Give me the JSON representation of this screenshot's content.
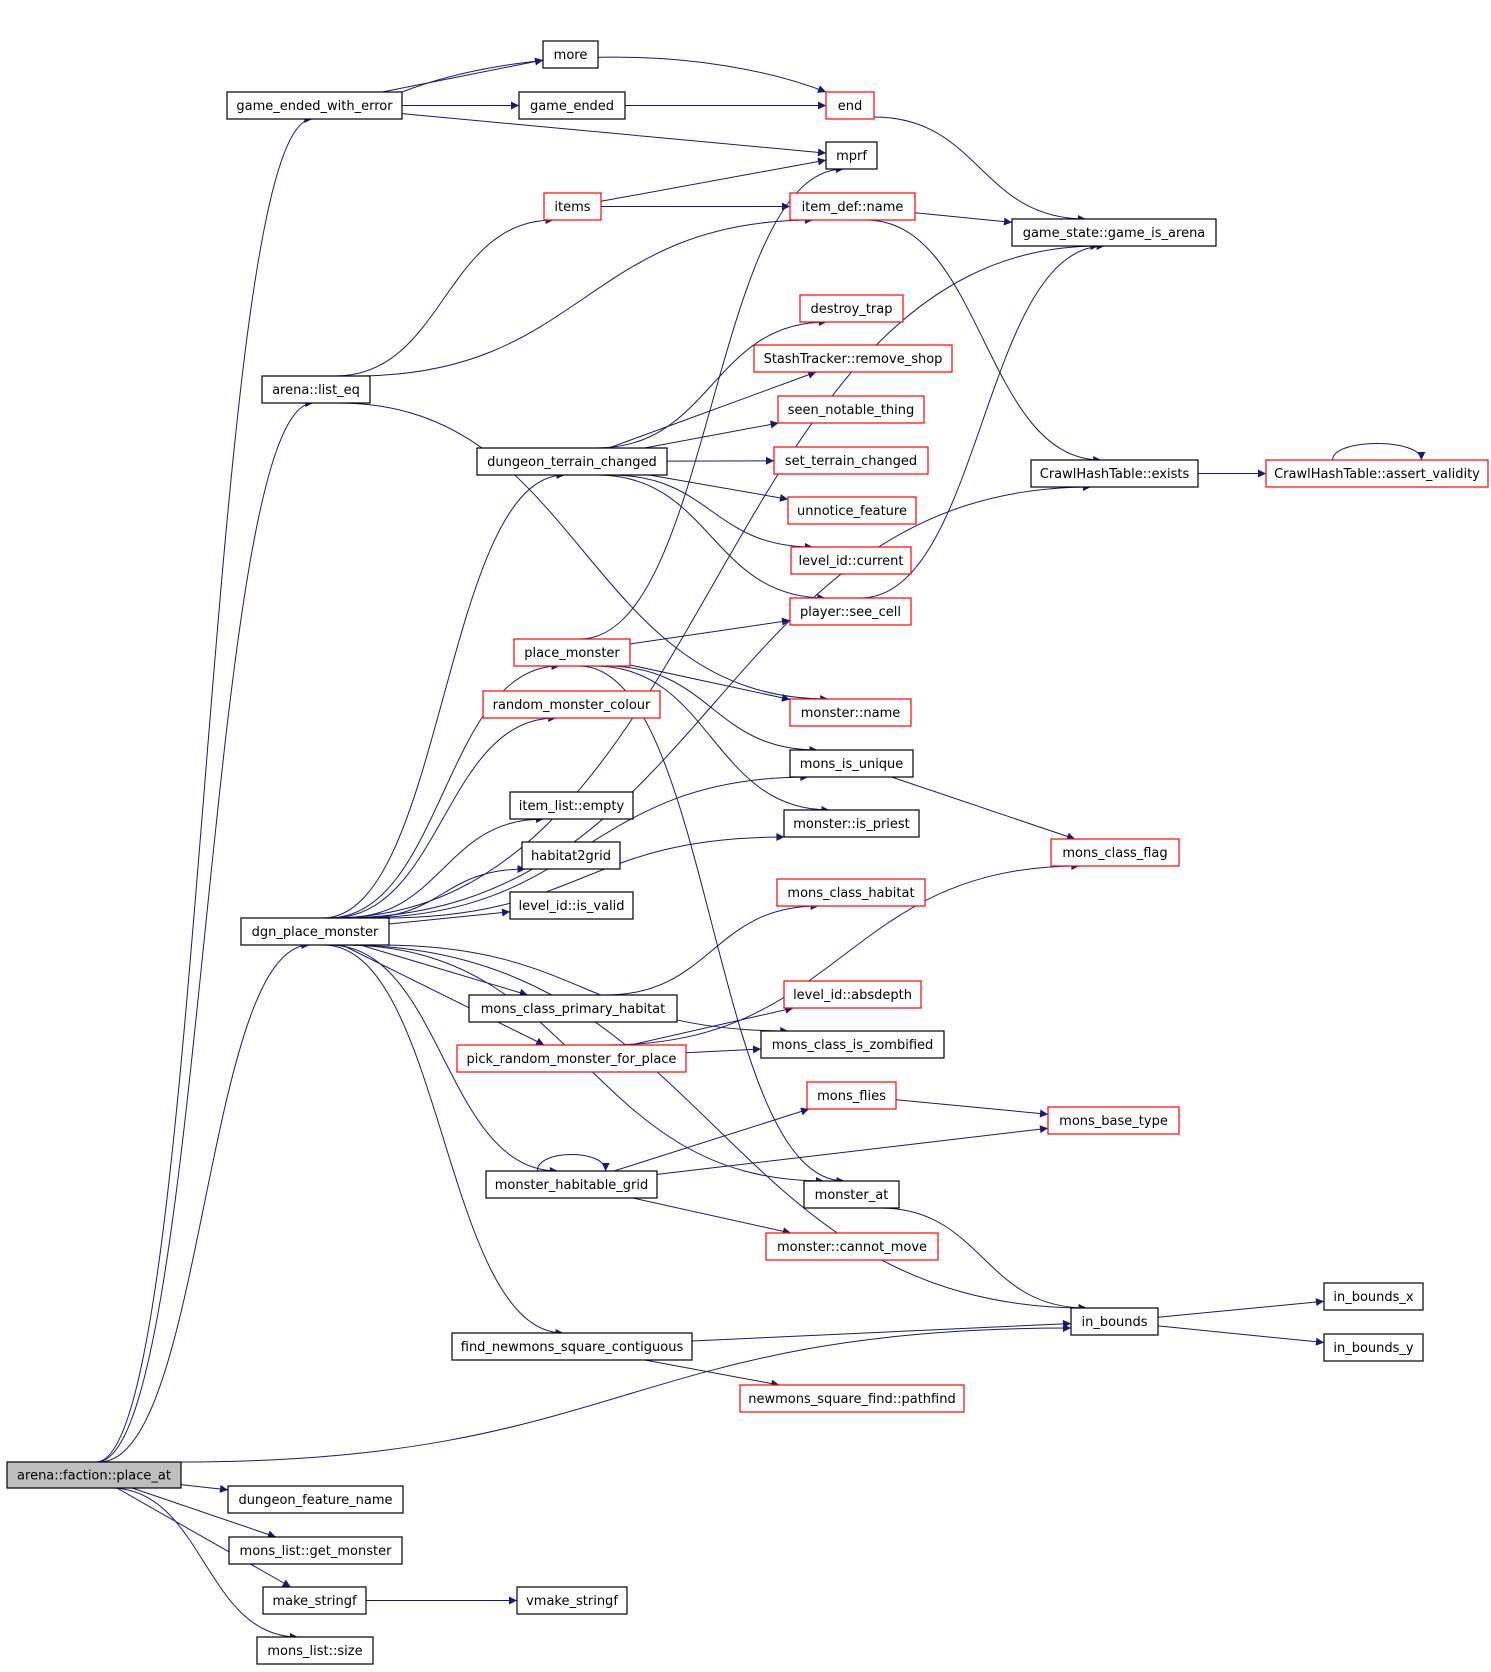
{
  "graph": {
    "colors": {
      "edge": "#191970",
      "node_border": "#000000",
      "highlight_border": "#ff0000",
      "root_fill": "#bfbfbf"
    },
    "nodes": [
      {
        "id": "place_at",
        "label": "arena::faction::place_at",
        "style": "root"
      },
      {
        "id": "game_ended_with_error",
        "label": "game_ended_with_error",
        "style": "black"
      },
      {
        "id": "more",
        "label": "more",
        "style": "black"
      },
      {
        "id": "game_ended",
        "label": "game_ended",
        "style": "black"
      },
      {
        "id": "end",
        "label": "end",
        "style": "red"
      },
      {
        "id": "mprf",
        "label": "mprf",
        "style": "black"
      },
      {
        "id": "items",
        "label": "items",
        "style": "red"
      },
      {
        "id": "item_def_name",
        "label": "item_def::name",
        "style": "red"
      },
      {
        "id": "game_is_arena",
        "label": "game_state::game_is_arena",
        "style": "black"
      },
      {
        "id": "list_eq",
        "label": "arena::list_eq",
        "style": "black"
      },
      {
        "id": "destroy_trap",
        "label": "destroy_trap",
        "style": "red"
      },
      {
        "id": "remove_shop",
        "label": "StashTracker::remove_shop",
        "style": "red"
      },
      {
        "id": "seen_notable_thing",
        "label": "seen_notable_thing",
        "style": "red"
      },
      {
        "id": "dungeon_terrain_changed",
        "label": "dungeon_terrain_changed",
        "style": "black"
      },
      {
        "id": "set_terrain_changed",
        "label": "set_terrain_changed",
        "style": "red"
      },
      {
        "id": "hash_exists",
        "label": "CrawlHashTable::exists",
        "style": "black"
      },
      {
        "id": "assert_validity",
        "label": "CrawlHashTable::assert_validity",
        "style": "red"
      },
      {
        "id": "unnotice_feature",
        "label": "unnotice_feature",
        "style": "red"
      },
      {
        "id": "level_id_current",
        "label": "level_id::current",
        "style": "red"
      },
      {
        "id": "see_cell",
        "label": "player::see_cell",
        "style": "red"
      },
      {
        "id": "place_monster",
        "label": "place_monster",
        "style": "red"
      },
      {
        "id": "monster_name",
        "label": "monster::name",
        "style": "red"
      },
      {
        "id": "random_monster_colour",
        "label": "random_monster_colour",
        "style": "red"
      },
      {
        "id": "mons_is_unique",
        "label": "mons_is_unique",
        "style": "black"
      },
      {
        "id": "item_list_empty",
        "label": "item_list::empty",
        "style": "black"
      },
      {
        "id": "is_priest",
        "label": "monster::is_priest",
        "style": "black"
      },
      {
        "id": "mons_class_flag",
        "label": "mons_class_flag",
        "style": "red"
      },
      {
        "id": "habitat2grid",
        "label": "habitat2grid",
        "style": "black"
      },
      {
        "id": "mons_class_habitat",
        "label": "mons_class_habitat",
        "style": "red"
      },
      {
        "id": "level_id_is_valid",
        "label": "level_id::is_valid",
        "style": "black"
      },
      {
        "id": "dgn_place_monster",
        "label": "dgn_place_monster",
        "style": "black"
      },
      {
        "id": "level_id_absdepth",
        "label": "level_id::absdepth",
        "style": "red"
      },
      {
        "id": "mons_class_primary_habitat",
        "label": "mons_class_primary_habitat",
        "style": "black"
      },
      {
        "id": "mons_class_is_zombified",
        "label": "mons_class_is_zombified",
        "style": "black"
      },
      {
        "id": "pick_random_monster_for_place",
        "label": "pick_random_monster_for_place",
        "style": "red"
      },
      {
        "id": "mons_flies",
        "label": "mons_flies",
        "style": "red"
      },
      {
        "id": "mons_base_type",
        "label": "mons_base_type",
        "style": "red"
      },
      {
        "id": "monster_habitable_grid",
        "label": "monster_habitable_grid",
        "style": "black"
      },
      {
        "id": "monster_at",
        "label": "monster_at",
        "style": "black"
      },
      {
        "id": "cannot_move",
        "label": "monster::cannot_move",
        "style": "red"
      },
      {
        "id": "in_bounds_x",
        "label": "in_bounds_x",
        "style": "black"
      },
      {
        "id": "in_bounds",
        "label": "in_bounds",
        "style": "black"
      },
      {
        "id": "in_bounds_y",
        "label": "in_bounds_y",
        "style": "black"
      },
      {
        "id": "find_newmons",
        "label": "find_newmons_square_contiguous",
        "style": "black"
      },
      {
        "id": "pathfind",
        "label": "newmons_square_find::pathfind",
        "style": "red"
      },
      {
        "id": "dungeon_feature_name",
        "label": "dungeon_feature_name",
        "style": "black"
      },
      {
        "id": "get_monster",
        "label": "mons_list::get_monster",
        "style": "black"
      },
      {
        "id": "make_stringf",
        "label": "make_stringf",
        "style": "black"
      },
      {
        "id": "vmake_stringf",
        "label": "vmake_stringf",
        "style": "black"
      },
      {
        "id": "mons_list_size",
        "label": "mons_list::size",
        "style": "black"
      }
    ]
  }
}
